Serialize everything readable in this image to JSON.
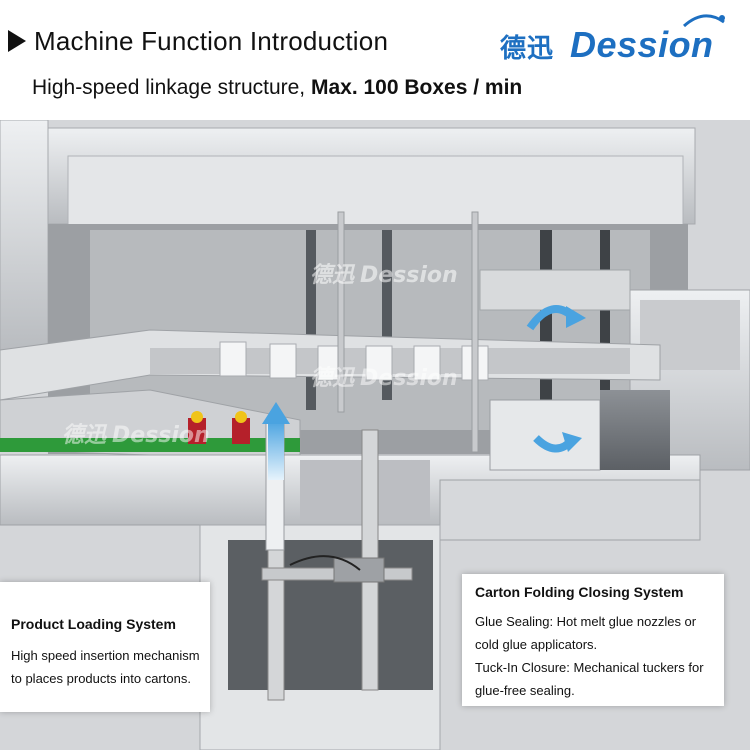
{
  "header": {
    "title": "Machine Function Introduction",
    "subtitle_prefix": "High-speed linkage structure, ",
    "subtitle_emphasis": "Max. 100 Boxes / min"
  },
  "brand": {
    "cn": "德迅",
    "en": "Dession",
    "color": "#1d6fc1"
  },
  "watermark": {
    "cn": "德迅",
    "en": "Dession"
  },
  "callouts": {
    "product_loading": {
      "title": "Product Loading System",
      "lines": [
        "High speed insertion mechanism",
        "to places products into cartons."
      ]
    },
    "carton_folding": {
      "title": "Carton Folding Closing System",
      "lines": [
        "Glue Sealing: Hot melt glue nozzles or",
        "cold glue applicators.",
        "Tuck-In Closure: Mechanical tuckers for",
        "glue-free sealing."
      ]
    }
  },
  "icons": [
    "title-arrow-icon",
    "upward-arrow-icon",
    "curved-arrow-icon"
  ],
  "colors": {
    "accent_arrow": "#4aa3e0",
    "conveyor_green": "#2e9a3a"
  }
}
